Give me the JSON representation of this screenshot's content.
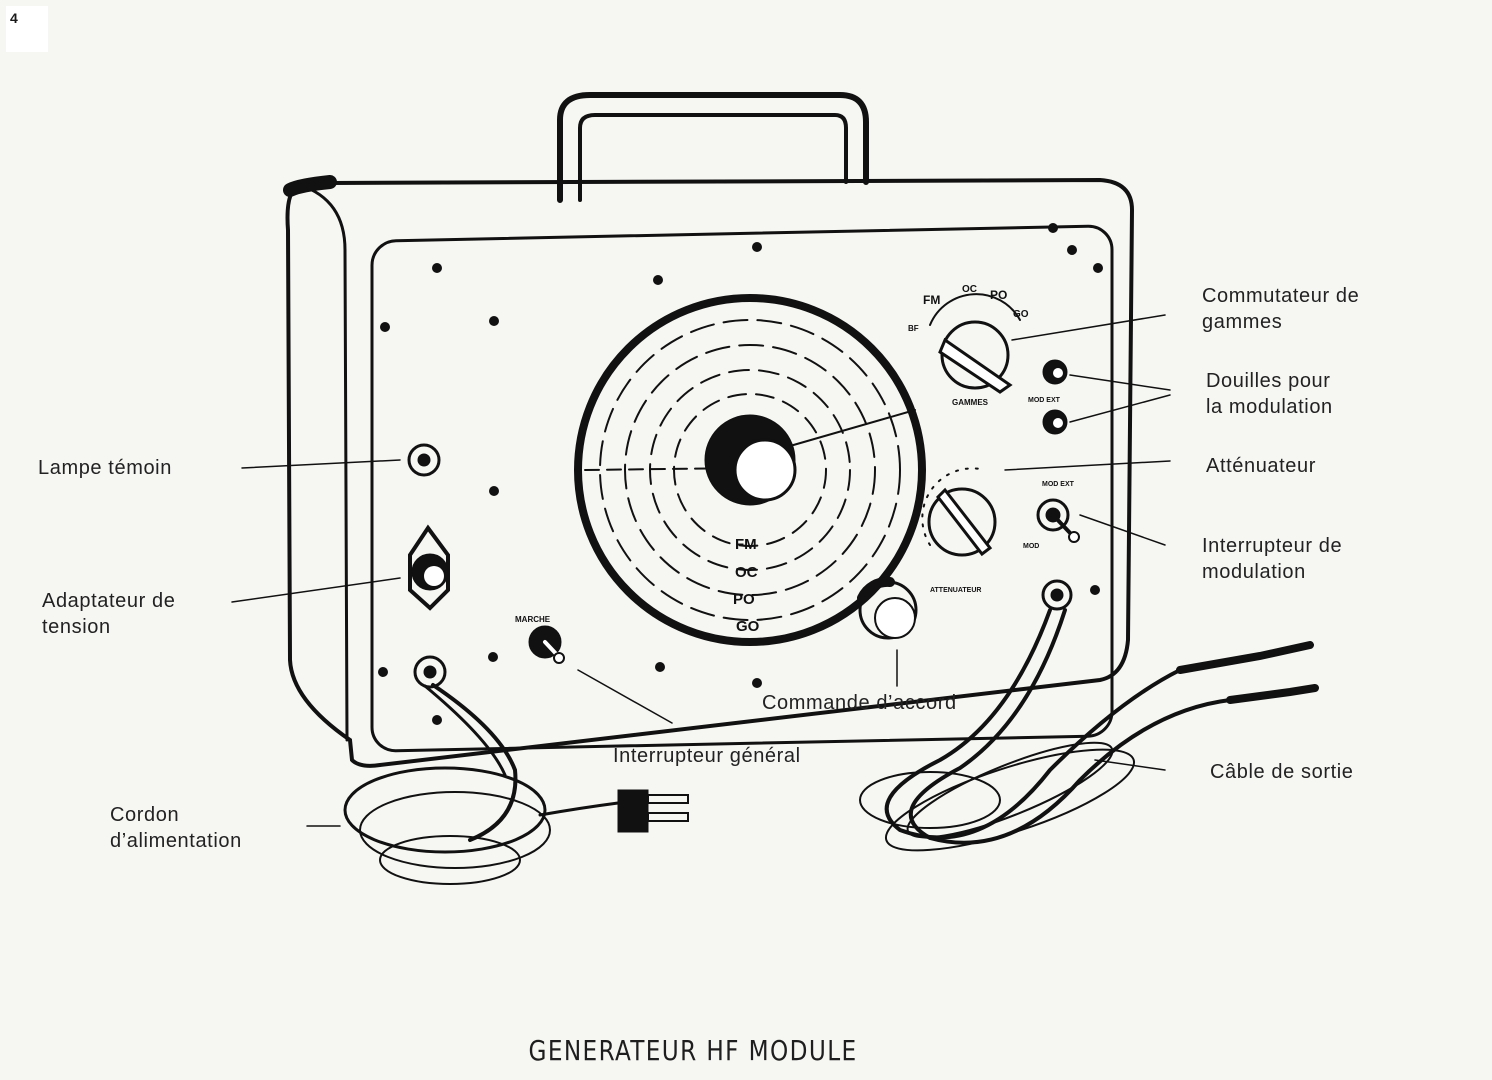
{
  "page_number": "4",
  "caption": "GENERATEUR HF MODULE",
  "labels": {
    "commutateur": "Commutateur de\ngammes",
    "douilles": "Douilles pour\nla modulation",
    "attenuateur": "Atténuateur",
    "interrupteur_modulation": "Interrupteur de\nmodulation",
    "cable_sortie": "Câble de sortie",
    "lampe": "Lampe témoin",
    "adaptateur": "Adaptateur de\ntension",
    "commande_accord": "Commande d’accord",
    "interrupteur_general": "Interrupteur général",
    "cordon": "Cordon\nd’alimentation"
  },
  "panel_markings": {
    "band_fm": "FM",
    "band_oc": "OC",
    "band_po": "PO",
    "band_go": "GO",
    "band_bf": "BF",
    "gammes": "GAMMES",
    "mod_ext": "MOD EXT",
    "attenuateur": "ATTENUATEUR",
    "marche": "MARCHE",
    "mod": "MOD",
    "dial_fm": "FM",
    "dial_oc": "OC",
    "dial_po": "PO",
    "dial_go": "GO"
  }
}
